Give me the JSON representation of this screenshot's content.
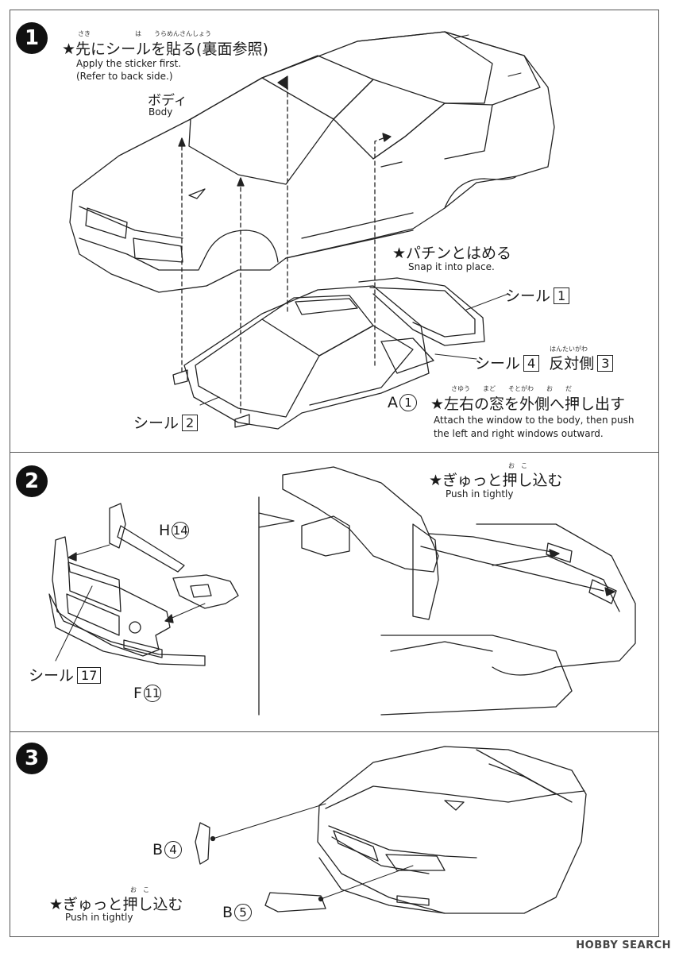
{
  "step1": {
    "number": "1",
    "instruction_jp": "★先にシールを貼る(裏面参照)",
    "ruby": "さき　　　　　　　は　　うらめんさんしょう",
    "instruction_en_line1": "Apply the sticker first.",
    "instruction_en_line2": "(Refer to back side.)",
    "body_jp": "ボディ",
    "body_en": "Body",
    "snap_jp": "★パチンとはめる",
    "snap_en": "Snap it into place.",
    "seal1_label": "シール",
    "seal1_num": "1",
    "seal4_label": "シール",
    "seal4_num": "4",
    "opposite_ruby": "はんたいがわ",
    "opposite_label": "反対側",
    "opposite_num": "3",
    "partA_letter": "A",
    "partA_num": "1",
    "windows_ruby": "さゆう　　まど　　そとがわ　　お　　だ",
    "windows_jp": "★左右の窓を外側へ押し出す",
    "windows_en_line1": "Attach the window to the body, then push",
    "windows_en_line2": "the left and right windows outward.",
    "seal2_label": "シール",
    "seal2_num": "2"
  },
  "step2": {
    "number": "2",
    "push_ruby": "お　こ",
    "push_jp": "★ぎゅっと押し込む",
    "push_en": "Push in tightly",
    "partH_letter": "H",
    "partH_num": "14",
    "seal17_label": "シール",
    "seal17_num": "17",
    "partF_letter": "F",
    "partF_num": "11"
  },
  "step3": {
    "number": "3",
    "partB4_letter": "B",
    "partB4_num": "4",
    "push_ruby": "お　こ",
    "push_jp": "★ぎゅっと押し込む",
    "push_en": "Push in tightly",
    "partB5_letter": "B",
    "partB5_num": "5"
  },
  "watermark": "HOBBY SEARCH"
}
